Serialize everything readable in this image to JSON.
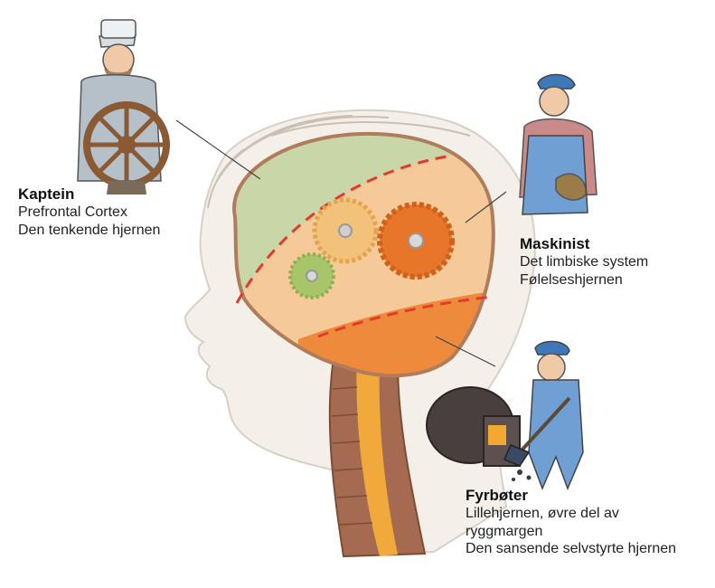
{
  "labels": {
    "kaptein": {
      "title": "Kaptein",
      "lines": [
        "Prefrontal Cortex",
        "Den tenkende hjernen"
      ]
    },
    "maskinist": {
      "title": "Maskinist",
      "lines": [
        "Det limbiske system",
        "Følelseshjernen"
      ]
    },
    "fyrboter": {
      "title": "Fyrbøter",
      "lines": [
        "Lillehjernen, øvre del av",
        "ryggmargen",
        "Den sansende selvstyrte hjernen"
      ]
    }
  },
  "colors": {
    "prefrontal": "#c9d6a8",
    "limbic": "#f6c998",
    "brainstem": "#ee8a3c",
    "skin": "#f4efe9",
    "outline": "#b07d5c",
    "divider": "#e23b2e",
    "gear_yellow": "#f3c27a",
    "gear_orange": "#e8762a",
    "gear_green": "#a9c56a",
    "spine": "#a56b50",
    "spinal_cord": "#f0a93a"
  },
  "figures": [
    "captain-figure",
    "mechanic-figure",
    "stoker-figure"
  ]
}
